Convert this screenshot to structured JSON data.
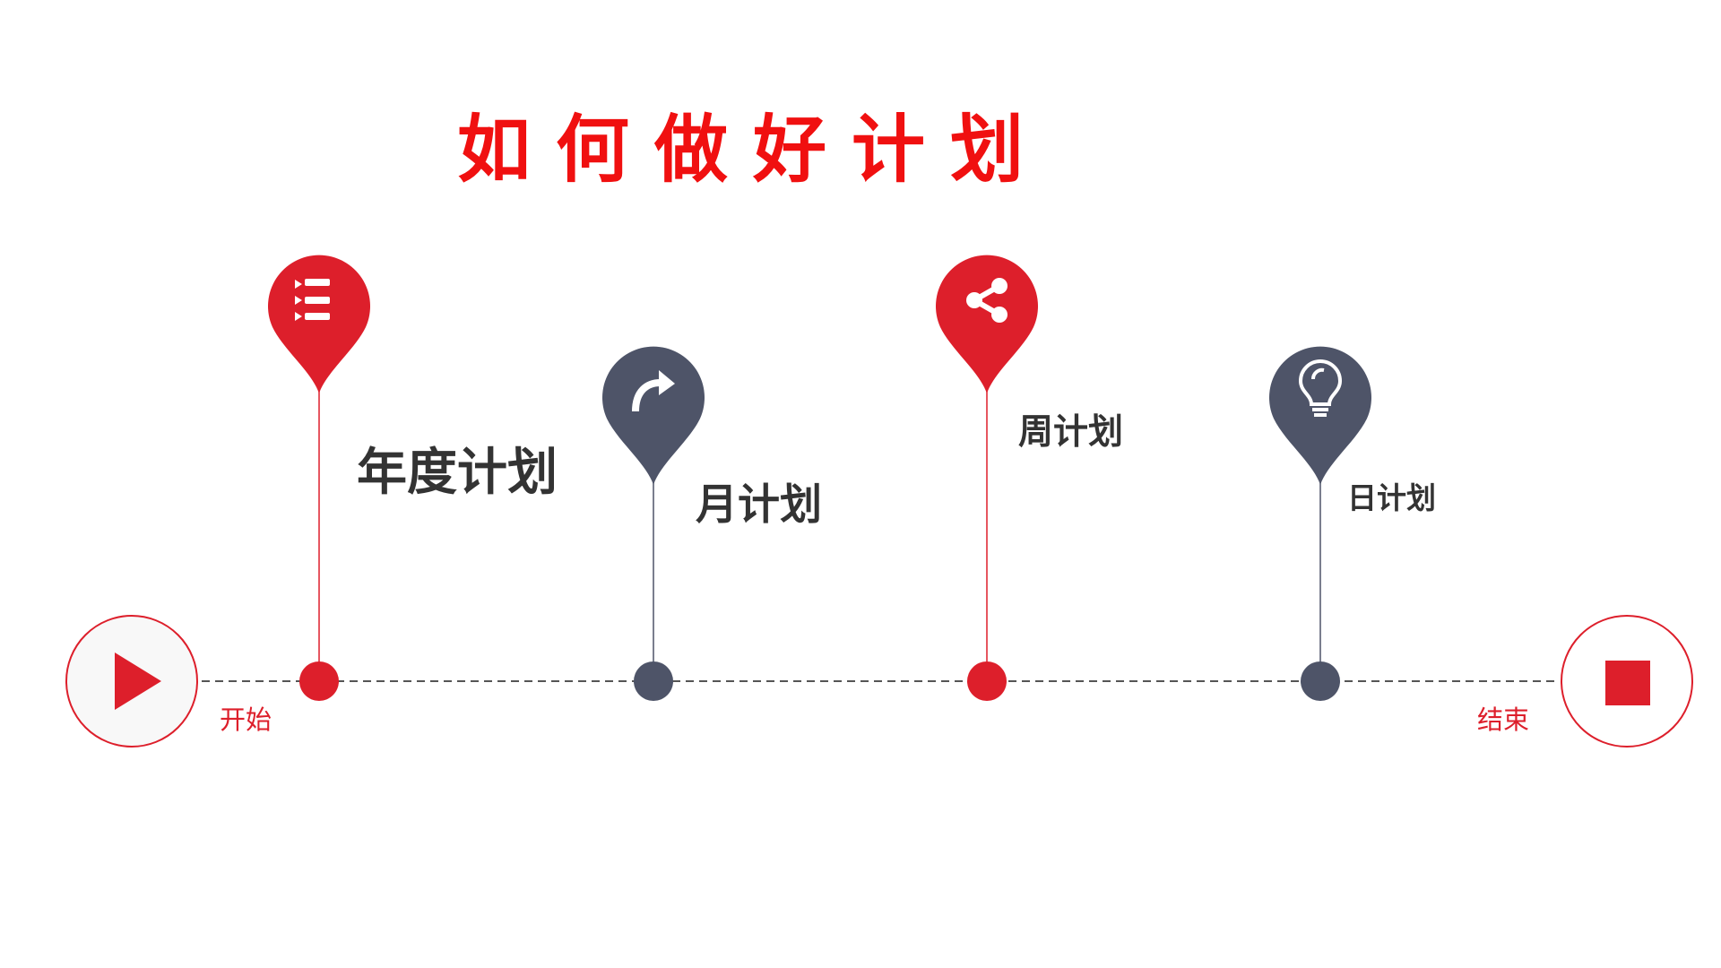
{
  "title": "如何做好计划",
  "colors": {
    "red": "#dd1f2b",
    "gray": "#4e5468",
    "title": "#f01010"
  },
  "start": {
    "label": "开始",
    "icon": "play-icon"
  },
  "end": {
    "label": "结束",
    "icon": "stop-icon"
  },
  "milestones": [
    {
      "label": "年度计划",
      "icon": "list-icon",
      "color": "red"
    },
    {
      "label": "月计划",
      "icon": "redo-arrow-icon",
      "color": "gray"
    },
    {
      "label": "周计划",
      "icon": "share-icon",
      "color": "red"
    },
    {
      "label": "日计划",
      "icon": "lightbulb-icon",
      "color": "gray"
    }
  ]
}
